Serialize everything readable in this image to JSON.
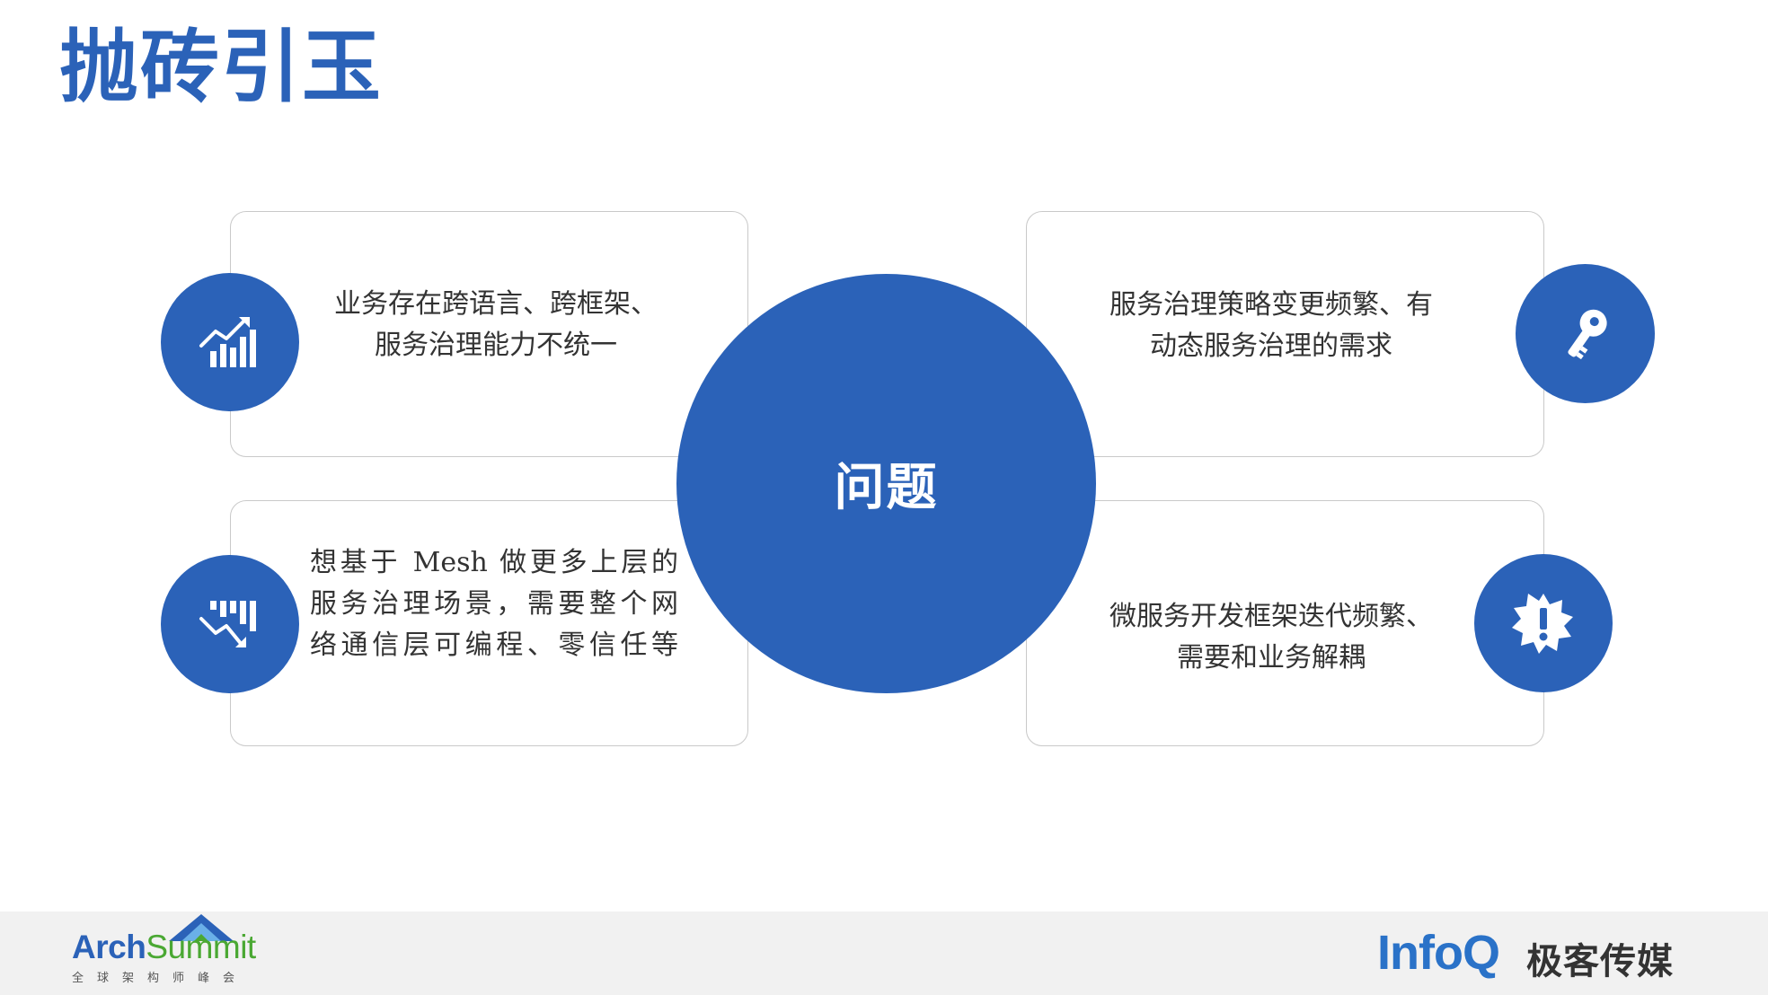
{
  "slide": {
    "title": "抛砖引玉"
  },
  "center": {
    "label": "问题"
  },
  "cards": [
    {
      "text": "业务存在跨语言、跨框架、\n服务治理能力不统一",
      "icon": "chart-up-icon"
    },
    {
      "text": "服务治理策略变更频繁、有\n动态服务治理的需求",
      "icon": "key-icon"
    },
    {
      "text": "想基于 Mesh 做更多上层的\n服务治理场景，需要整个网\n络通信层可编程、零信任等",
      "icon": "chart-down-icon"
    },
    {
      "text": "微服务开发框架迭代频繁、\n需要和业务解耦",
      "icon": "alert-badge-icon"
    }
  ],
  "footer": {
    "arch_logo": {
      "part1": "Arch",
      "part2": "Summit",
      "subtitle": "全球架构师峰会"
    },
    "infoq_logo": {
      "word": "InfoQ",
      "cn": "极客传媒"
    }
  },
  "colors": {
    "accent": "#2b62b8",
    "green": "#4aa833",
    "text": "#333333"
  }
}
